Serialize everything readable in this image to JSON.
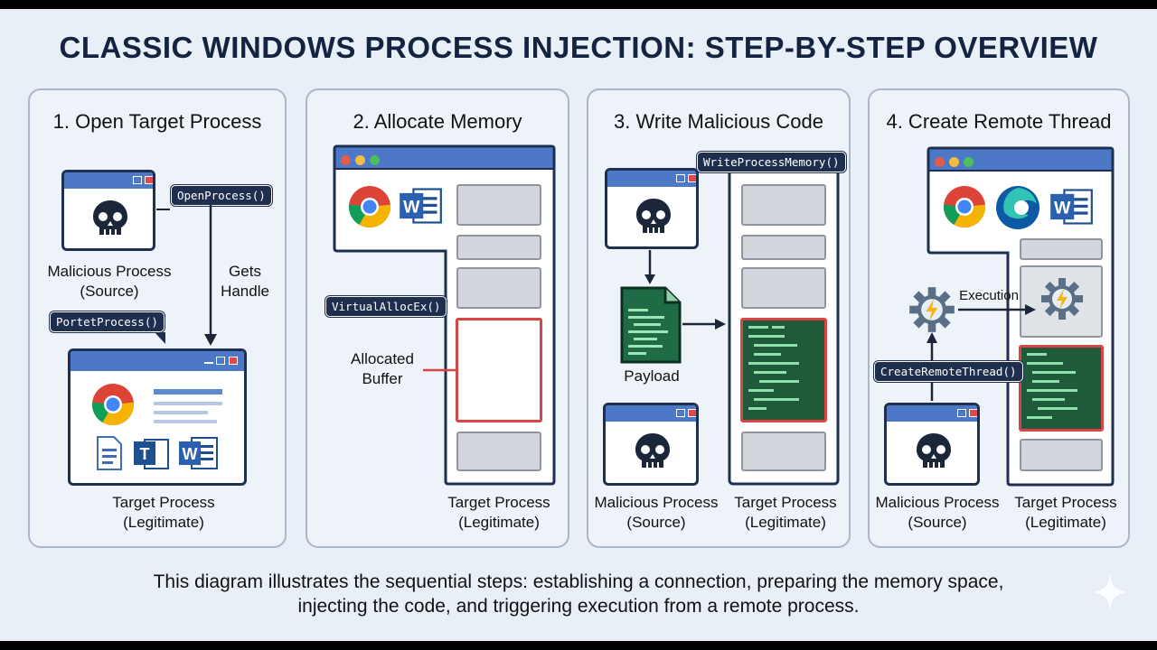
{
  "title": "CLASSIC WINDOWS PROCESS INJECTION: STEP-BY-STEP OVERVIEW",
  "panels": [
    {
      "title": "1. Open Target Process",
      "api_call": "OpenProcess()",
      "source_label_1": "Malicious Process",
      "source_label_2": "(Source)",
      "edge_label_1": "Gets",
      "edge_label_2": "Handle",
      "callout": "PortetProcess()",
      "target_label_1": "Target Process",
      "target_label_2": "(Legitimate)"
    },
    {
      "title": "2. Allocate Memory",
      "api_call": "VirtualAllocEx()",
      "buffer_label_1": "Allocated",
      "buffer_label_2": "Buffer",
      "target_label_1": "Target Process",
      "target_label_2": "(Legitimate)"
    },
    {
      "title": "3. Write Malicious Code",
      "api_call": "WriteProcessMemory()",
      "payload_label": "Payload",
      "source_label_1": "Malicious Process",
      "source_label_2": "(Source)",
      "target_label_1": "Target Process",
      "target_label_2": "(Legitimate)"
    },
    {
      "title": "4. Create Remote Thread",
      "api_call": "CreateRemoteThread()",
      "edge_label": "Execution",
      "source_label_1": "Malicious Process",
      "source_label_2": "(Source)",
      "target_label_1": "Target Process",
      "target_label_2": "(Legitimate)"
    }
  ],
  "footer": {
    "line1": "This diagram illustrates the sequential steps: establishing a connection, preparing the memory space,",
    "line2": "injecting the code, and triggering execution from a remote process."
  },
  "icons": {
    "malicious": "skull-icon",
    "browser": "chrome-icon",
    "edge": "edge-icon",
    "word": "word-icon",
    "teams": "teams-icon",
    "document": "document-icon",
    "payload": "code-file-icon",
    "thread": "gear-lightning-icon"
  },
  "colors": {
    "title_bar": "#4c78c7",
    "window_border": "#1e2f52",
    "highlight_red": "#d84545",
    "code_green": "#1f5a3a",
    "background": "#e9eff7"
  }
}
